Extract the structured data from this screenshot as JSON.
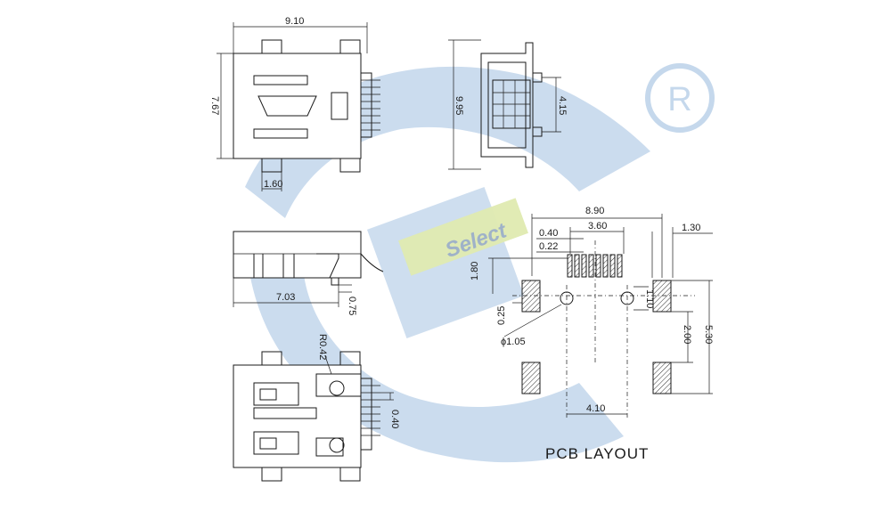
{
  "watermark": {
    "brand": "Select",
    "registered_mark": "R",
    "colors": {
      "blue": "#c5d8ec",
      "green": "#dfeab0",
      "navy": "#9fb2c8"
    }
  },
  "top_view": {
    "width": "9.10",
    "height": "7.67",
    "tab": "1.60"
  },
  "side_view": {
    "height": "9.95",
    "pitch_span": "4.15"
  },
  "front_view": {
    "length": "7.03",
    "offset": "0.75"
  },
  "bottom_view": {
    "radius": "R0.42",
    "pitch": "0.40"
  },
  "pcb_layout": {
    "title": "PCB  LAYOUT",
    "overall": "8.90",
    "pin_span": "3.60",
    "pitch": "0.40",
    "pin_width": "0.22",
    "pad_width": "1.30",
    "pin_length": "1.80",
    "hole_dia": "ϕ1.05",
    "hole_offset": "0.25",
    "hole_y": "1.10",
    "pad_gap": "2.00",
    "pad_total": "5.30",
    "hole_spacing": "4.10"
  }
}
